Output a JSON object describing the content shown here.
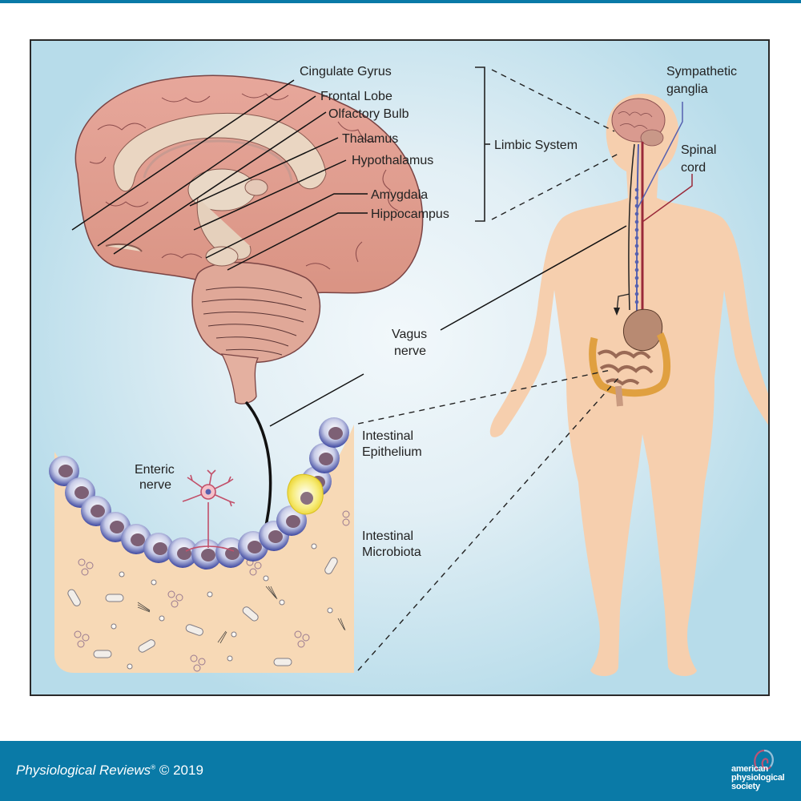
{
  "figure": {
    "labels": {
      "cingulate_gyrus": "Cingulate Gyrus",
      "frontal_lobe": "Frontal Lobe",
      "olfactory_bulb": "Olfactory Bulb",
      "thalamus": "Thalamus",
      "hypothalamus": "Hypothalamus",
      "amygdala": "Amygdala",
      "hippocampus": "Hippocampus",
      "limbic_system": "Limbic System",
      "sympathetic_ganglia_1": "Sympathetic",
      "sympathetic_ganglia_2": "ganglia",
      "spinal_cord_1": "Spinal",
      "spinal_cord_2": "cord",
      "vagus_nerve_1": "Vagus",
      "vagus_nerve_2": "nerve",
      "enteric_nerve_1": "Enteric",
      "enteric_nerve_2": "nerve",
      "intestinal_epithelium_1": "Intestinal",
      "intestinal_epithelium_2": "Epithelium",
      "intestinal_microbiota_1": "Intestinal",
      "intestinal_microbiota_2": "Microbiota"
    },
    "colors": {
      "brain": "#d99a8f",
      "skin": "#f6cfae",
      "epithelial_cell": "#4a53a8",
      "nucleus": "#7d6075",
      "goblet_cell": "#f4e25a",
      "nerve_red": "#9a2a3a",
      "nerve_blue": "#5560b0"
    }
  },
  "footer": {
    "journal": "Physiological Reviews",
    "reg_mark": "®",
    "copyright": "© 2019",
    "publisher_line1": "american",
    "publisher_line2": "physiological",
    "publisher_line3": "society"
  }
}
